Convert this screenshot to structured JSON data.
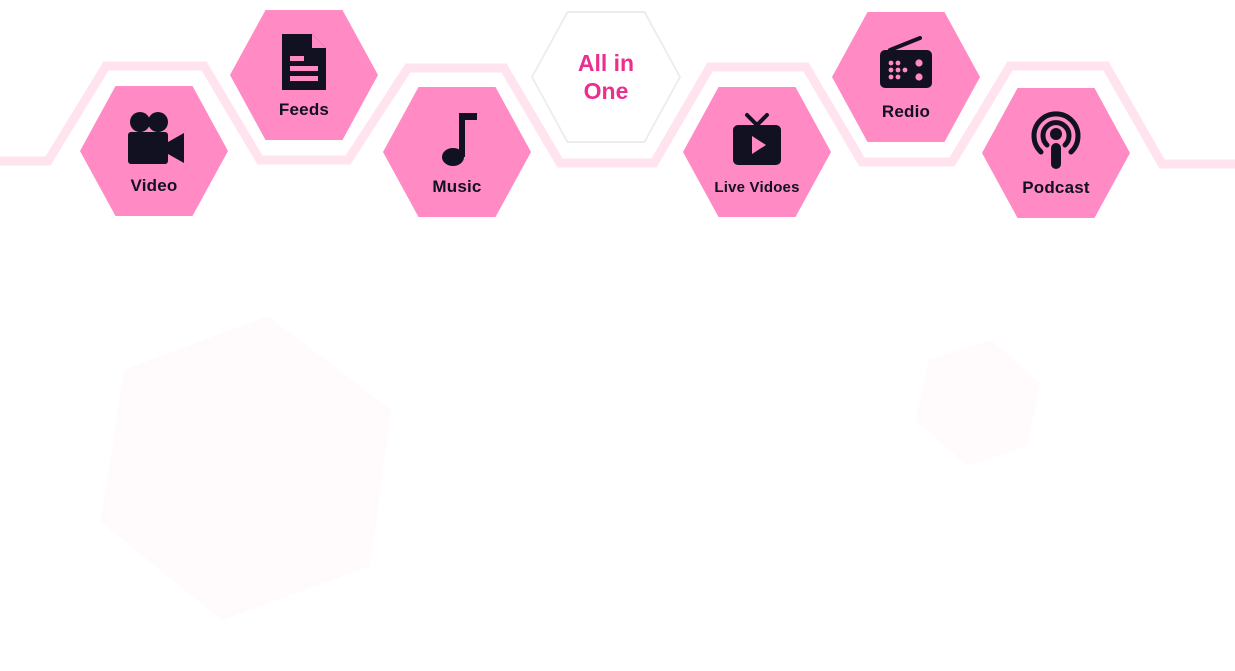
{
  "colors": {
    "hex_fill": "#ff8ac4",
    "track": "#ffe3ef",
    "accent_text": "#ea2f8e",
    "icon": "#111122",
    "decor": "#fffafc"
  },
  "center": {
    "label": "All in One"
  },
  "items": [
    {
      "label": "Video",
      "icon": "video-camera-icon"
    },
    {
      "label": "Feeds",
      "icon": "document-icon"
    },
    {
      "label": "Music",
      "icon": "music-note-icon"
    },
    {
      "label": "Live Vidoes",
      "icon": "tv-play-icon"
    },
    {
      "label": "Redio",
      "icon": "radio-icon"
    },
    {
      "label": "Podcast",
      "icon": "podcast-icon"
    }
  ]
}
